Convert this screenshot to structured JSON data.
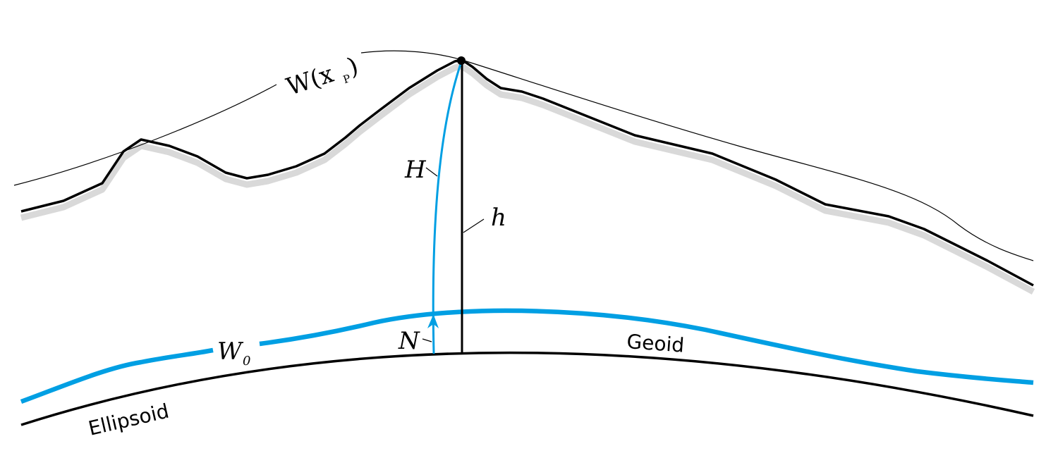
{
  "labels": {
    "potential_main": "W(x",
    "potential_sub": "P",
    "potential_close": ")",
    "orthometric_height": "H",
    "ellipsoidal_height": "h",
    "geoid_undulation": "N",
    "geoid_potential_main": "W",
    "geoid_potential_sub": "0",
    "geoid": "Geoid",
    "ellipsoid": "Ellipsoid"
  },
  "colors": {
    "geoid_blue": "#009fe3",
    "terrain": "#000000",
    "shadow": "#d9d9d9"
  }
}
